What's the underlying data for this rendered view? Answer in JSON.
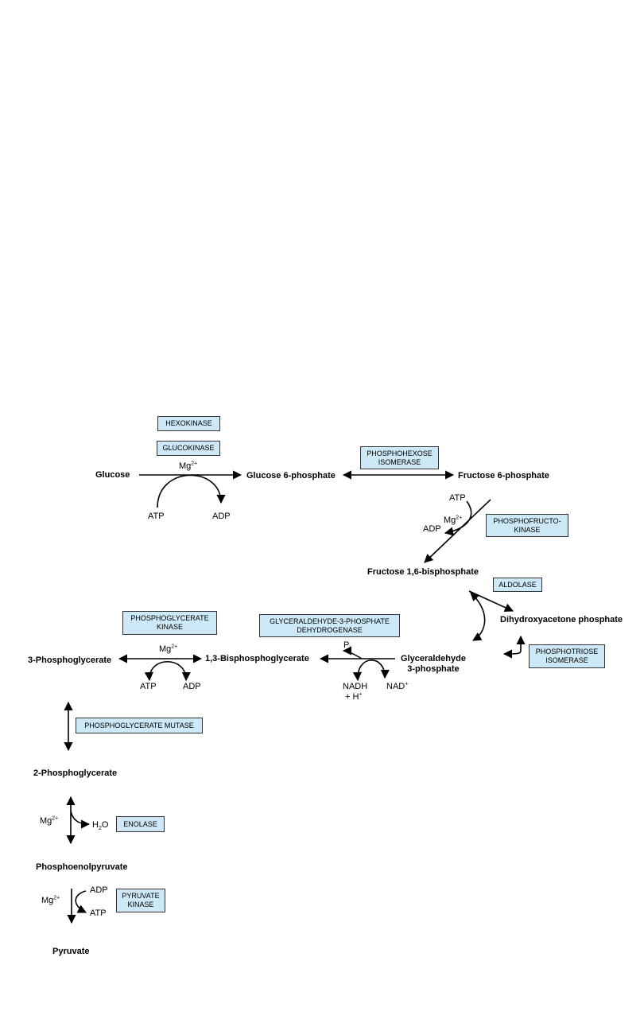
{
  "metabolites": {
    "glucose": "Glucose",
    "g6p": "Glucose 6-phosphate",
    "f6p": "Fructose 6-phosphate",
    "f16bp": "Fructose 1,6-bisphosphate",
    "dhap": "Dihydroxyacetone phosphate",
    "g3p_line1": "Glyceraldehyde",
    "g3p_line2": "3-phosphate",
    "bpg13": "1,3-Bisphosphoglycerate",
    "pg3": "3-Phosphoglycerate",
    "pg2": "2-Phosphoglycerate",
    "pep": "Phosphoenolpyruvate",
    "pyruvate": "Pyruvate"
  },
  "enzymes": {
    "hexokinase": "HEXOKINASE",
    "glucokinase": "GLUCOKINASE",
    "phi": "PHOSPHOHEXOSE\nISOMERASE",
    "pfk": "PHOSPHOFRUCTO-\nKINASE",
    "aldolase": "ALDOLASE",
    "gapdh": "GLYCERALDEHYDE-3-PHOSPHATE\nDEHYDROGENASE",
    "pgk": "PHOSPHOGLYCERATE\nKINASE",
    "tpi": "PHOSPHOTRIOSE\nISOMERASE",
    "pgm": "PHOSPHOGLYCERATE MUTASE",
    "enolase": "ENOLASE",
    "pk": "PYRUVATE\nKINASE"
  },
  "cofactors": {
    "mg": "Mg",
    "mg_charge": "2+",
    "atp": "ATP",
    "adp": "ADP",
    "pi_p": "P",
    "pi_i": "i",
    "nadh": "NADH",
    "h_plus_prefix": "+ H",
    "h_plus_charge": "+",
    "nad": "NAD",
    "nad_charge": "+",
    "h2o_h": "H",
    "h2o_2": "2",
    "h2o_o": "O"
  }
}
